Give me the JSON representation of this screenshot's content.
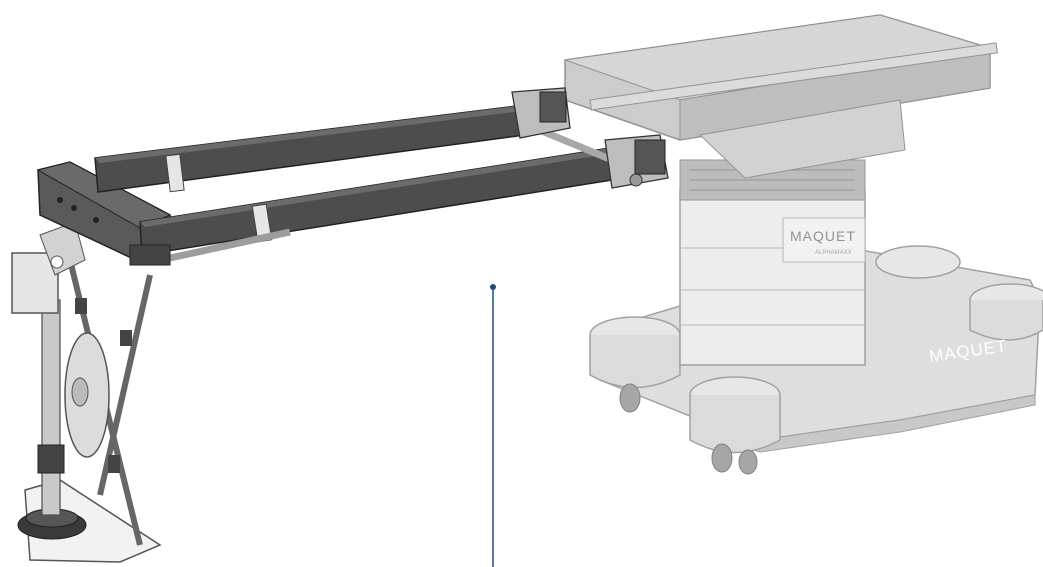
{
  "illustration": {
    "brand_plate": "MAQUET",
    "brand_plate_model": "ALPHAMAXX",
    "base_brand": "MAQUET"
  },
  "colors": {
    "table_grey": "#c9c9c9",
    "table_dark": "#a9a9a9",
    "column_light": "#e9e9e9",
    "base_grey": "#d6d6d6",
    "rail_dark": "#4a4a4a",
    "rail_mid": "#5c5c5c",
    "metal": "#bdbdbd",
    "callout_line": "#1f4e79"
  }
}
